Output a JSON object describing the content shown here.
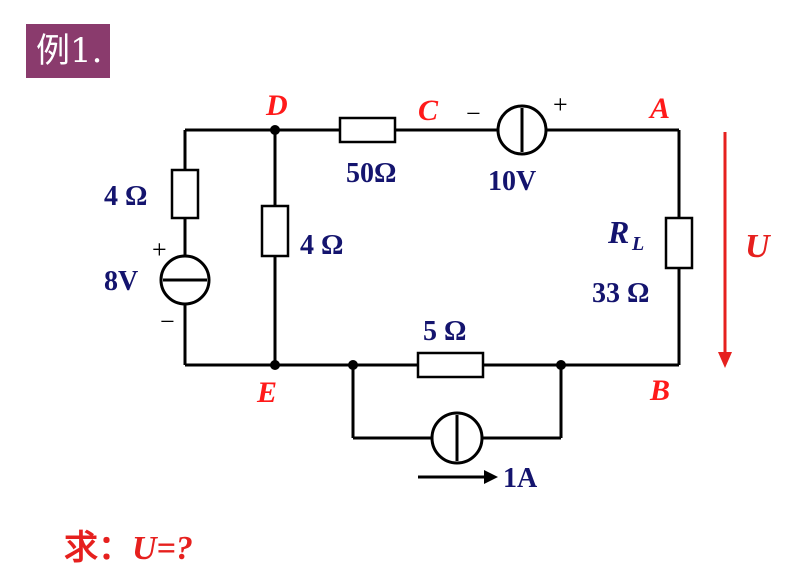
{
  "title": "例1.",
  "nodes": {
    "D": "D",
    "C": "C",
    "A": "A",
    "E": "E",
    "B": "B"
  },
  "components": {
    "r_left": "4 Ω",
    "source_left": "8V",
    "source_left_plus": "+",
    "source_left_minus": "−",
    "r_middle": "4 Ω",
    "r_top": "50Ω",
    "source_top": "10V",
    "source_top_minus": "−",
    "source_top_plus": "+",
    "r_load_symbol": "R",
    "r_load_subscript": "L",
    "r_load_value": "33 Ω",
    "r_bottom": "5 Ω",
    "current_source": "1A"
  },
  "voltage_label": "U",
  "question": {
    "prefix": "求：",
    "expr": "U=?"
  },
  "colors": {
    "title_bg": "#8a3b6d",
    "node": "#ff1a1a",
    "value": "#14146e",
    "arrow": "#e6201e"
  }
}
